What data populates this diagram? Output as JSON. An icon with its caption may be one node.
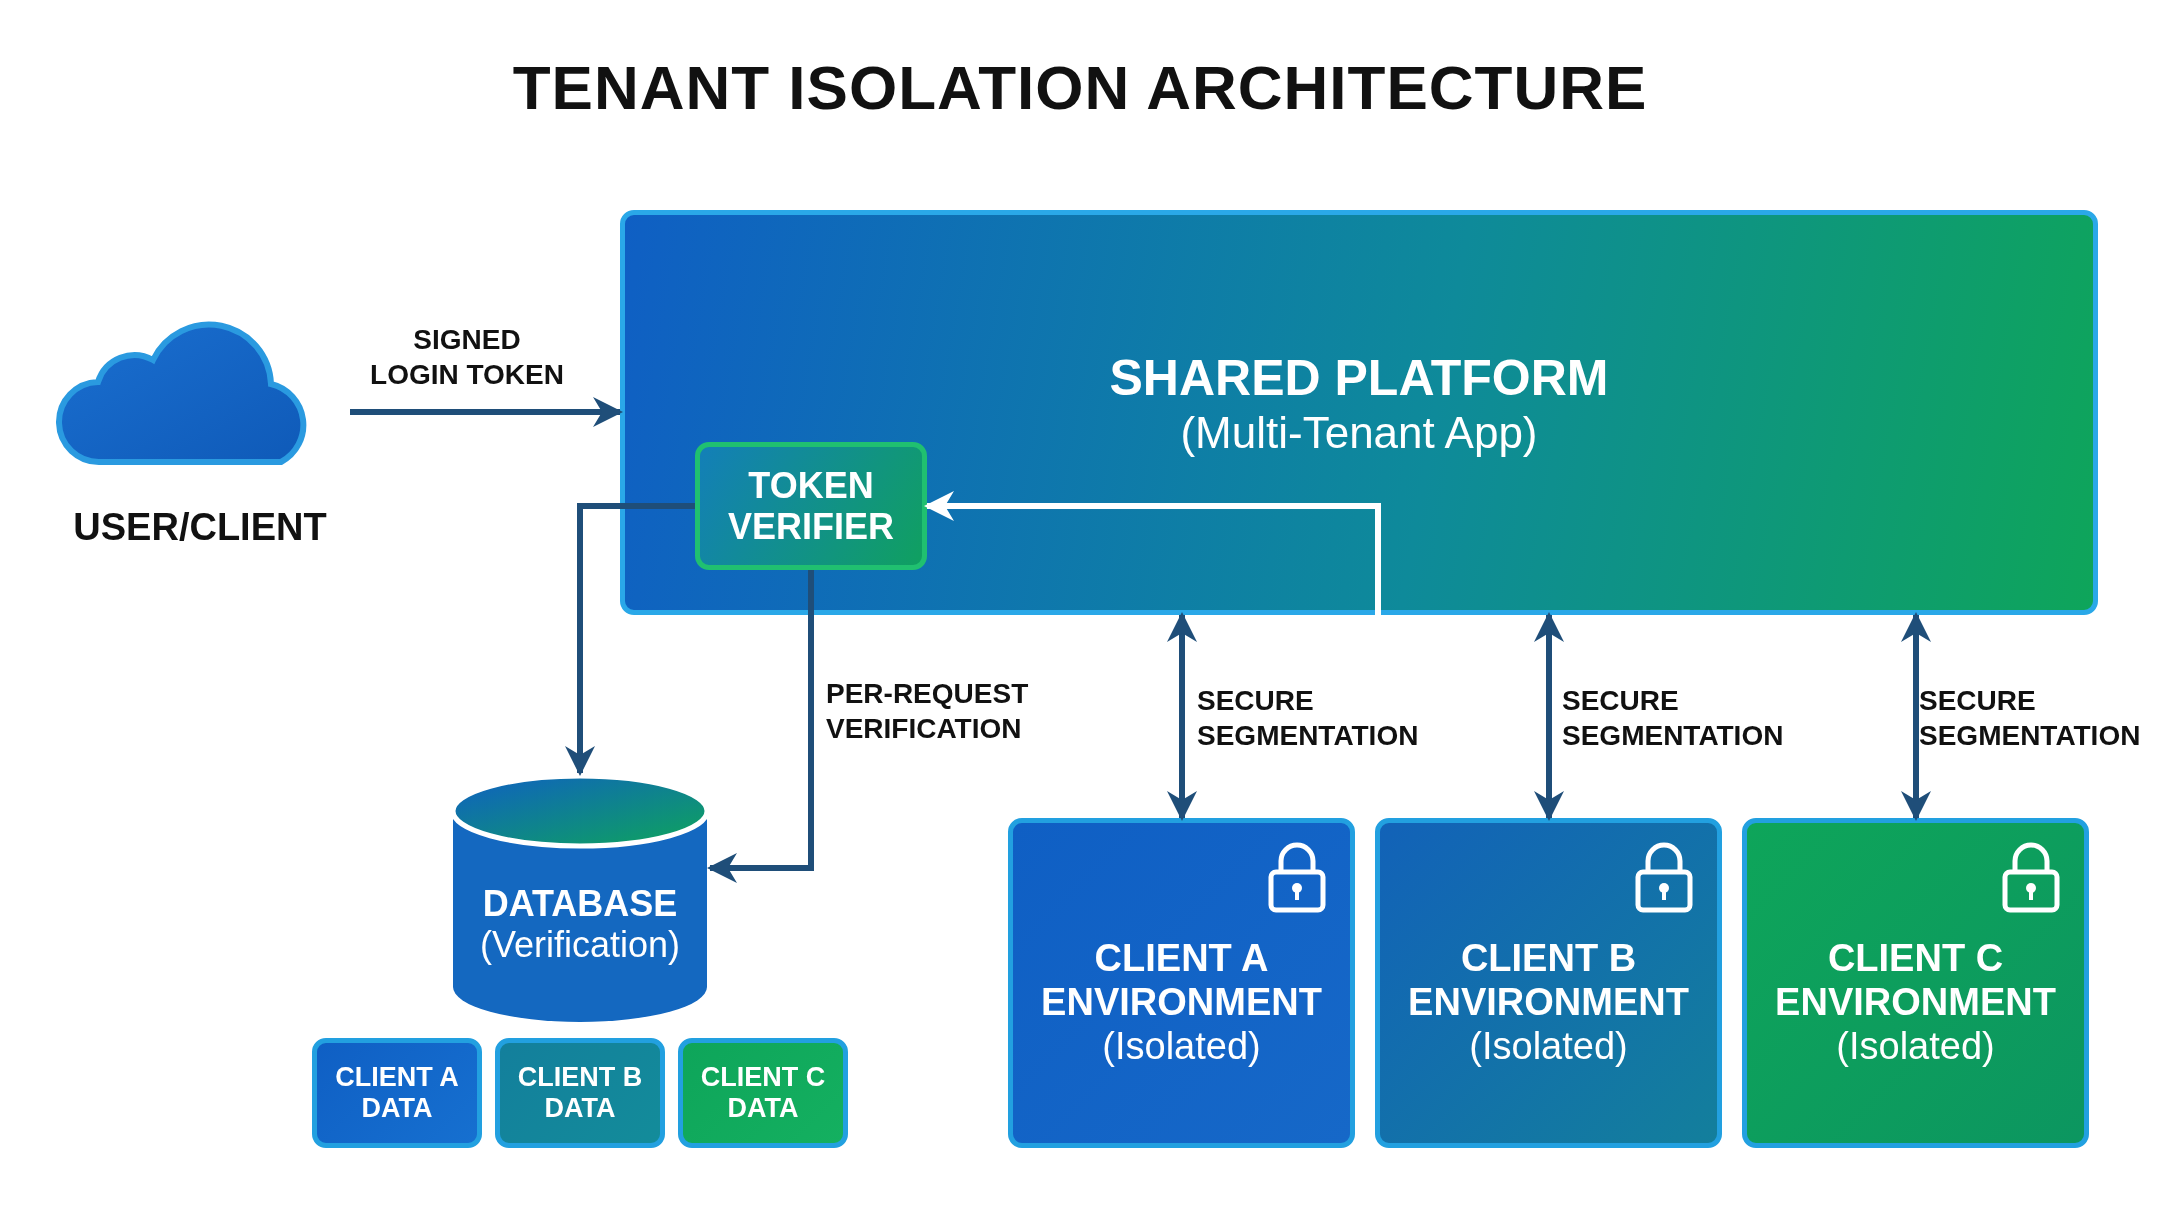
{
  "diagram": {
    "title": "TENANT ISOLATION ARCHITECTURE",
    "nodes": [
      {
        "text": [
          "USER/CLIENT"
        ]
      },
      {
        "text": [
          "SHARED PLATFORM",
          "(Multi-Tenant App)"
        ]
      },
      {
        "text": [
          "TOKEN VERIFIER"
        ],
        "in": 1
      },
      {
        "text": [
          "DATABASE",
          "(Verification)"
        ]
      },
      {
        "text": [
          "CLIENT A DATA"
        ]
      },
      {
        "text": [
          "CLIENT B DATA"
        ]
      },
      {
        "text": [
          "CLIENT C DATA"
        ]
      },
      {
        "text": [
          "CLIENT A ENVIRONMENT",
          "(Isolated)"
        ]
      },
      {
        "text": [
          "CLIENT B ENVIRONMENT",
          "(Isolated)"
        ]
      },
      {
        "text": [
          "CLIENT C ENVIRONMENT",
          "(Isolated)"
        ]
      }
    ],
    "edges": [
      {
        "from": 0,
        "to": 1,
        "arrow": "to",
        "label": "SIGNED LOGIN TOKEN"
      },
      {
        "from": 1,
        "to": 2,
        "arrow": "to",
        "color": "#ffffff"
      },
      {
        "from": 2,
        "to": 3,
        "arrow": "to"
      },
      {
        "from": 2,
        "to": 3,
        "arrow": "to",
        "label": "PER-REQUEST VERIFICATION"
      },
      {
        "from": 1,
        "to": 7,
        "arrow": "both",
        "label": "SECURE SEGMENTATION"
      },
      {
        "from": 1,
        "to": 8,
        "arrow": "both",
        "label": "SECURE SEGMENTATION"
      },
      {
        "from": 1,
        "to": 9,
        "arrow": "both",
        "label": "SECURE SEGMENTATION"
      }
    ]
  }
}
